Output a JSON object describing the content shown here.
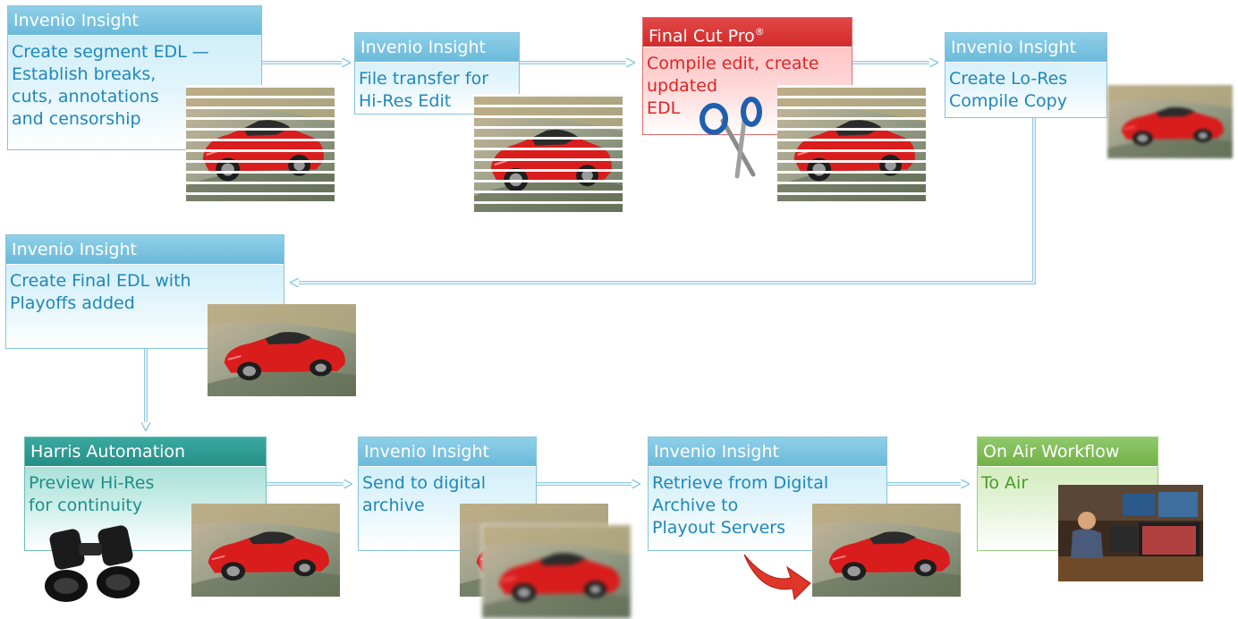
{
  "colors": {
    "blue_header": "#6bb9da",
    "blue_text": "#1d88b9",
    "red_header": "#d22a2a",
    "red_text": "#e02424",
    "teal_header": "#258f87",
    "green_header": "#72b147",
    "arrow": "#8fcbe6"
  },
  "steps": {
    "s1": {
      "header": "Invenio Insight",
      "text": "Create segment EDL —\nEstablish breaks,\ncuts, annotations\nand censorship"
    },
    "s2": {
      "header": "Invenio Insight",
      "text": "File transfer for\nHi-Res Edit"
    },
    "s3": {
      "header": "Final Cut Pro",
      "header_mark": "®",
      "text": "Compile edit, create\nupdated\nEDL"
    },
    "s4": {
      "header": "Invenio Insight",
      "text": "Create Lo-Res\nCompile Copy"
    },
    "s5": {
      "header": "Invenio Insight",
      "text": "Create Final EDL with\nPlayoffs added"
    },
    "s6": {
      "header": "Harris Automation",
      "text": "Preview Hi-Res\nfor continuity"
    },
    "s7": {
      "header": "Invenio Insight",
      "text": "Send to digital\narchive"
    },
    "s8": {
      "header": "Invenio Insight",
      "text": "Retrieve from Digital\nArchive to\nPlayout Servers"
    },
    "s9": {
      "header": "On Air Workflow",
      "text": "To Air"
    }
  },
  "icons": [
    "scissors-icon",
    "binoculars-icon",
    "curved-arrow-icon",
    "car-photo",
    "control-room-photo"
  ]
}
